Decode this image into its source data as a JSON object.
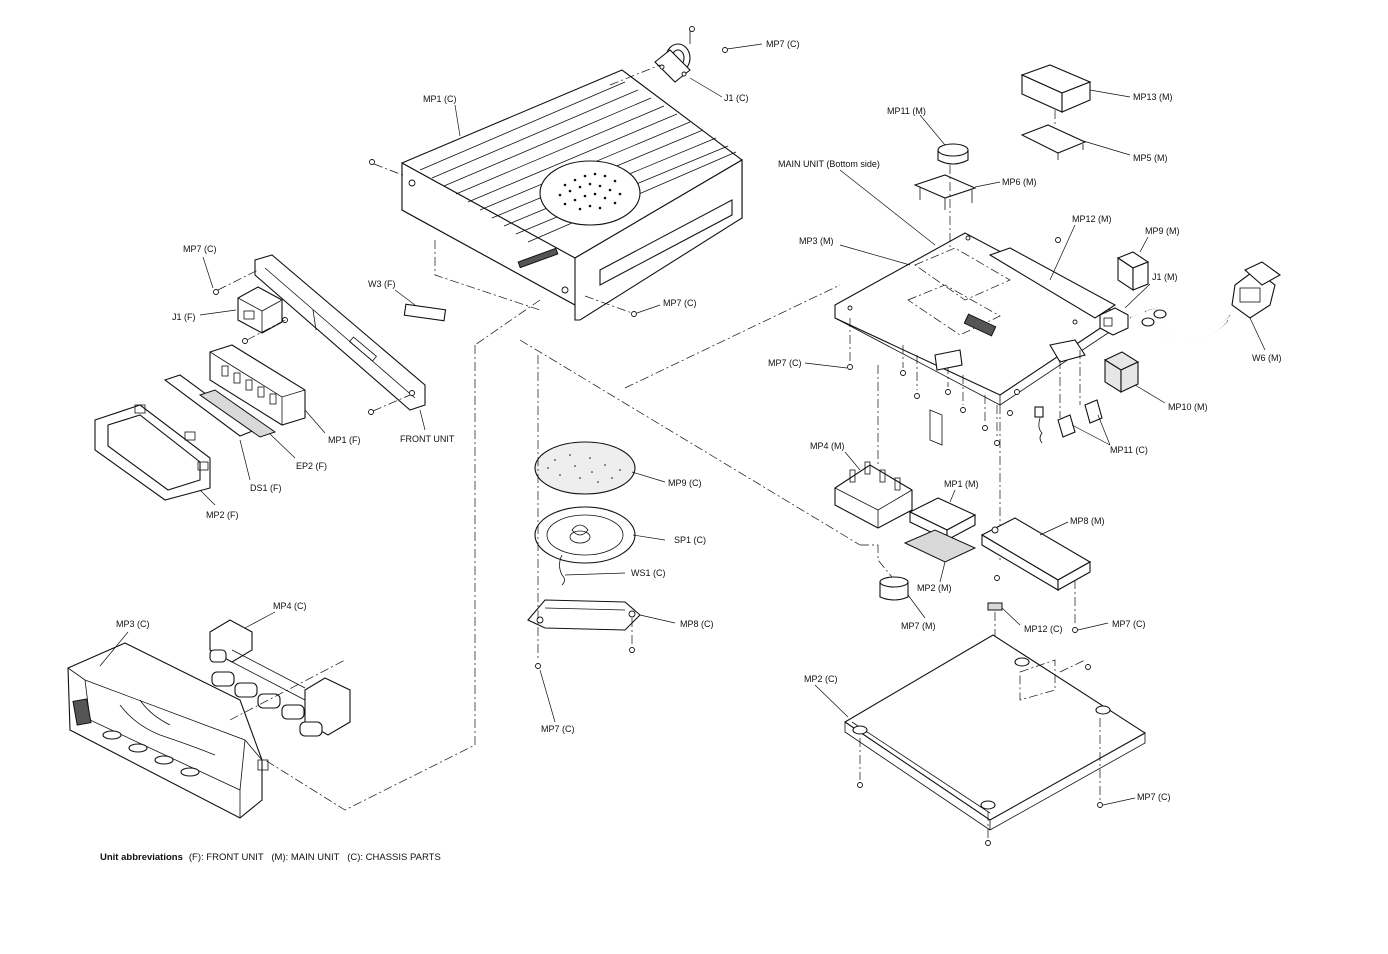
{
  "labels": {
    "mp7c_top": "MP7 (C)",
    "j1c": "J1 (C)",
    "mp1c": "MP1 (C)",
    "mp7c_left": "MP7 (C)",
    "w3f": "W3 (F)",
    "j1f": "J1 (F)",
    "mp7c_mid": "MP7 (C)",
    "mp1f": "MP1 (F)",
    "front_unit": "FRONT UNIT",
    "ep2f": "EP2 (F)",
    "ds1f": "DS1 (F)",
    "mp2f": "MP2 (F)",
    "mp13m": "MP13 (M)",
    "mp11m_top": "MP11 (M)",
    "mp5m": "MP5 (M)",
    "main_unit_bottom": "MAIN UNIT (Bottom side)",
    "mp6m": "MP6 (M)",
    "mp12m": "MP12 (M)",
    "mp9m": "MP9 (M)",
    "mp3m": "MP3 (M)",
    "j1m": "J1 (M)",
    "w6m": "W6 (M)",
    "mp7c_main": "MP7 (C)",
    "mp10m": "MP10 (M)",
    "mp11c": "MP11 (C)",
    "mp4m": "MP4 (M)",
    "mp1m": "MP1 (M)",
    "mp8m": "MP8 (M)",
    "mp2m": "MP2 (M)",
    "mp9c": "MP9 (C)",
    "sp1c": "SP1 (C)",
    "ws1c": "WS1 (C)",
    "mp8c": "MP8 (C)",
    "mp7c_spk": "MP7 (C)",
    "mp7m": "MP7 (M)",
    "mp12c": "MP12 (C)",
    "mp7c_br1": "MP7 (C)",
    "mp2c": "MP2 (C)",
    "mp7c_br2": "MP7 (C)",
    "mp4c": "MP4 (C)",
    "mp3c": "MP3 (C)"
  },
  "footer": {
    "title": "Unit abbreviations",
    "text": "(F): FRONT UNIT   (M): MAIN UNIT   (C): CHASSIS PARTS"
  }
}
